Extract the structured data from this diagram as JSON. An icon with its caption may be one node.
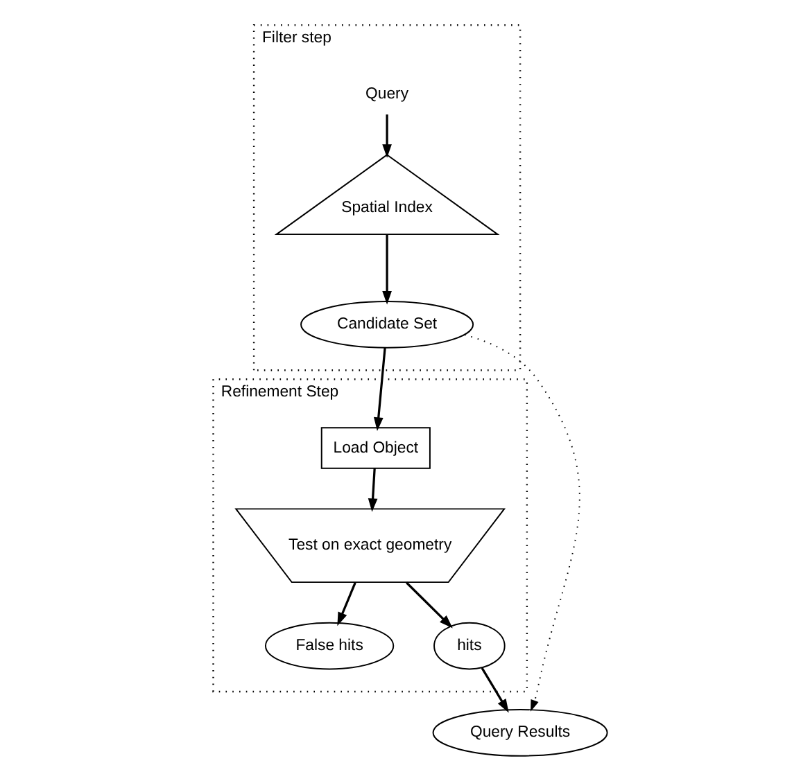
{
  "diagram": {
    "nodes": [
      {
        "text": [
          "Filter step"
        ]
      },
      {
        "text": [
          "Query"
        ],
        "in": 0
      },
      {
        "text": [
          "Spatial Index"
        ],
        "in": 0
      },
      {
        "text": [
          "Candidate Set"
        ],
        "in": 0
      },
      {
        "text": [
          "Refinement Step"
        ]
      },
      {
        "text": [
          "Load Object"
        ],
        "in": 4
      },
      {
        "text": [
          "Test on exact geometry"
        ],
        "in": 4
      },
      {
        "text": [
          "False hits"
        ],
        "in": 4
      },
      {
        "text": [
          "hits"
        ],
        "in": 4
      },
      {
        "text": [
          "Query Results"
        ]
      }
    ],
    "edges": [
      {
        "from": 1,
        "to": 2,
        "arrow": "to"
      },
      {
        "from": 2,
        "to": 3,
        "arrow": "to"
      },
      {
        "from": 3,
        "to": 5,
        "arrow": "to"
      },
      {
        "from": 5,
        "to": 6,
        "arrow": "to"
      },
      {
        "from": 6,
        "to": 7,
        "arrow": "to"
      },
      {
        "from": 6,
        "to": 8,
        "arrow": "to"
      },
      {
        "from": 3,
        "to": 9,
        "arrow": "to",
        "style": "dashed"
      },
      {
        "from": 8,
        "to": 9,
        "arrow": "to"
      }
    ]
  }
}
